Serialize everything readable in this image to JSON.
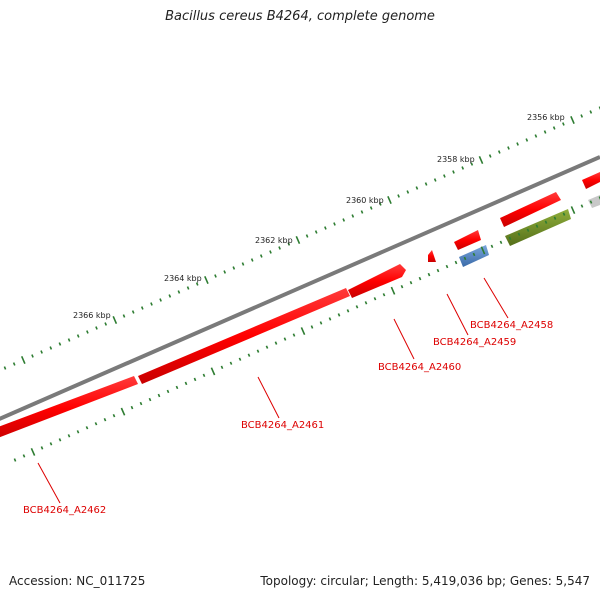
{
  "title": "Bacillus cereus B4264, complete genome",
  "footer": {
    "accession": "Accession: NC_011725",
    "summary": "Topology: circular; Length: 5,419,036 bp; Genes: 5,547"
  },
  "colors": {
    "backbone": "#7a7a7a",
    "tick": "#2e7d32",
    "gene_forward": "#ff0000",
    "gene_reverse": "#ff0000",
    "gene_blue": "#4a7fc1",
    "gene_olive": "#6b8e23",
    "gene_grey": "#c8c8c8",
    "label": "#dd0000"
  },
  "scale_labels": [
    {
      "text": "2356 kbp",
      "kbp": 2356
    },
    {
      "text": "2358 kbp",
      "kbp": 2358
    },
    {
      "text": "2360 kbp",
      "kbp": 2360
    },
    {
      "text": "2362 kbp",
      "kbp": 2362
    },
    {
      "text": "2364 kbp",
      "kbp": 2364
    },
    {
      "text": "2366 kbp",
      "kbp": 2366
    }
  ],
  "gene_labels": [
    {
      "text": "BCB4264_A2458"
    },
    {
      "text": "BCB4264_A2459"
    },
    {
      "text": "BCB4264_A2460"
    },
    {
      "text": "BCB4264_A2461"
    },
    {
      "text": "BCB4264_A2462"
    }
  ]
}
